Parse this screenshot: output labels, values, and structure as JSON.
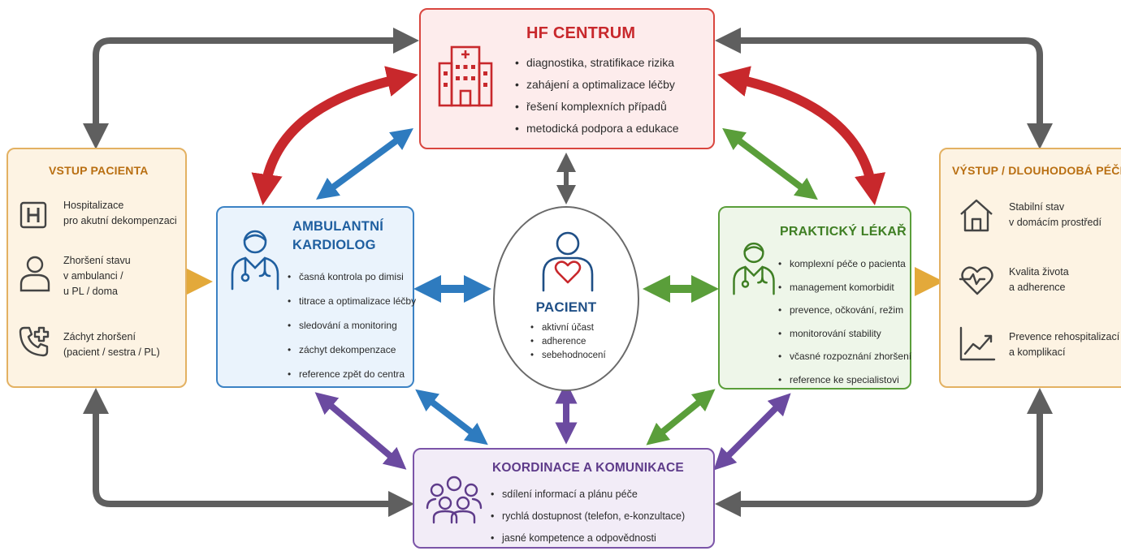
{
  "hf_centrum": {
    "title": "HF CENTRUM",
    "items": [
      "diagnostika, stratifikace rizika",
      "zahájení a optimalizace léčby",
      "řešení komplexních případů",
      "metodická podpora a edukace"
    ]
  },
  "ambulantni_kardiolog": {
    "title_line1": "AMBULANTNÍ",
    "title_line2": "KARDIOLOG",
    "items": [
      "časná kontrola po dimisi",
      "titrace a optimalizace léčby",
      "sledování a monitoring",
      "záchyt dekompenzace",
      "reference zpět do centra"
    ]
  },
  "pacient": {
    "title": "PACIENT",
    "items": [
      "aktivní účast",
      "adherence",
      "sebehodnocení"
    ]
  },
  "prakticky_lekar": {
    "title": "PRAKTICKÝ LÉKAŘ",
    "items": [
      "komplexní péče o pacienta",
      "management komorbidit",
      "prevence, očkování, režim",
      "monitorování stability",
      "včasné rozpoznání zhoršení",
      "reference ke specialistovi"
    ]
  },
  "koordinace": {
    "title": "KOORDINACE A KOMUNIKACE",
    "items": [
      "sdílení informací a plánu péče",
      "rychlá dostupnost (telefon, e-konzultace)",
      "jasné kompetence a odpovědnosti"
    ]
  },
  "vstup": {
    "title": "VSTUP PACIENTA",
    "items": [
      {
        "icon": "hospital-h-icon",
        "lines": [
          "Hospitalizace",
          "pro akutní dekompenzaci"
        ]
      },
      {
        "icon": "person-icon",
        "lines": [
          "Zhoršení stavu",
          "v ambulanci /",
          "u PL / doma"
        ]
      },
      {
        "icon": "phone-plus-icon",
        "lines": [
          "Záchyt zhoršení",
          "(pacient / sestra / PL)"
        ]
      }
    ]
  },
  "vystup": {
    "title": "VÝSTUP / DLOUHODOBÁ PÉČE",
    "items": [
      {
        "icon": "house-icon",
        "lines": [
          "Stabilní stav",
          "v domácím prostředí"
        ]
      },
      {
        "icon": "heart-cycle-icon",
        "lines": [
          "Kvalita života",
          "a adherence"
        ]
      },
      {
        "icon": "trend-chart-icon",
        "lines": [
          "Prevence rehospitalizací",
          "a komplikací"
        ]
      }
    ]
  },
  "colors": {
    "red": "#c8282c",
    "blue": "#2e7bbf",
    "green": "#5a9e3a",
    "purple": "#6b4aa0",
    "gray": "#5f5f5f",
    "orange": "#e3a93a"
  }
}
